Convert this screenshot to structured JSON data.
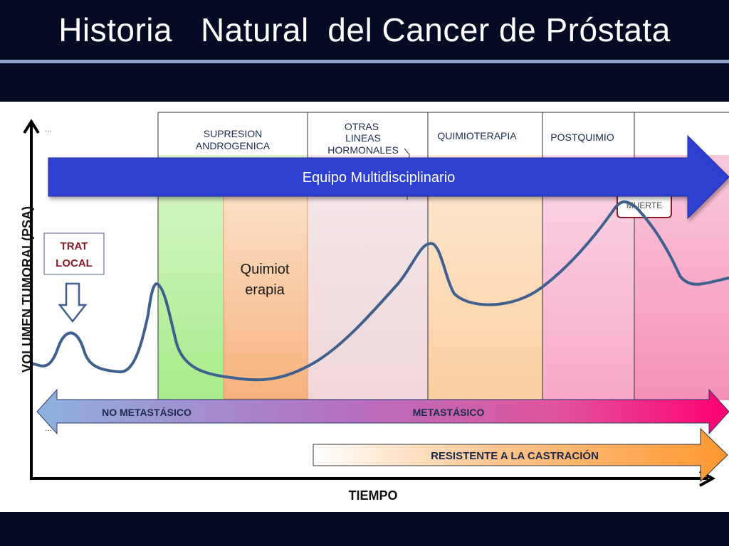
{
  "title": "Historia   Natural  del Cancer de Próstata",
  "axes": {
    "y_label": "VOLUMEN TUMORAL(PSA)",
    "x_label": "TIEMPO",
    "ellipsis_top": "…",
    "ellipsis_bottom": "…"
  },
  "phases": {
    "supresion_line1": "SUPRESION",
    "supresion_line2": "ANDROGENICA",
    "otras_line1": "OTRAS",
    "otras_line2": "LINEAS",
    "otras_line3": "HORMONALES",
    "quimioterapia": "QUIMIOTERAPIA",
    "postquimio": "POSTQUIMIO"
  },
  "team_arrow": "Equipo Multidisciplinario",
  "trat_local": {
    "line1": "TRAT",
    "line2": "LOCAL"
  },
  "quimio_box": {
    "line1": "Quimiot",
    "line2": "erapia"
  },
  "muerte": "MUERTE",
  "bands": {
    "no_metastasico": "NO METASTÁSICO",
    "metastasico": "METASTÁSICO",
    "resistente": "RESISTENTE A LA CASTRACIÓN"
  },
  "colors": {
    "background": "#060b24",
    "curve": "#3f5f8f",
    "team_arrow": "#2d3fd1",
    "supresion_zone": "#bff0a6",
    "quimio_box": "#f9c79b",
    "otras_zone": "#f4e1e4",
    "quimioterapia_zone": "#fde0c6",
    "postquimio_zone": "#fac6dc",
    "final_zone": "#f8a5c7",
    "trat_text": "#8b1a2a",
    "band_start": "#8eb1e0",
    "band_end": "#ff006e",
    "resistente_arrow": "#ff9730"
  }
}
